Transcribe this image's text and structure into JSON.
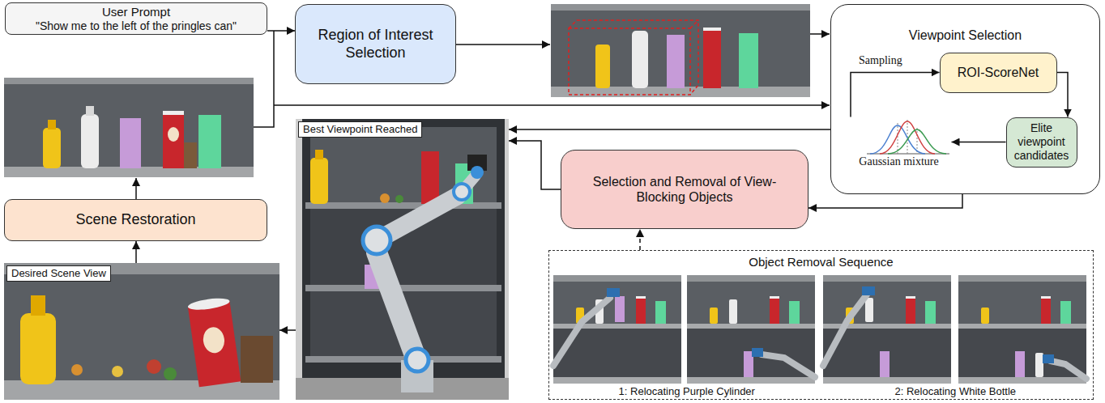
{
  "diagram": {
    "nodes": [
      {
        "text": [
          "User Prompt",
          "\"Show me to the left of the pringles can\""
        ]
      },
      {
        "text": [
          "Region of Interest Selection"
        ]
      },
      {
        "text": [
          "Viewpoint Selection"
        ]
      },
      {
        "text": [
          "ROI-ScoreNet"
        ],
        "in": 2
      },
      {
        "text": [
          "Elite viewpoint candidates"
        ],
        "in": 2
      },
      {
        "text": [
          "Gaussian mixture"
        ],
        "in": 2
      },
      {
        "text": [
          "Best Viewpoint Reached"
        ]
      },
      {
        "text": [
          "Selection and Removal of View-Blocking Objects"
        ]
      },
      {
        "text": [
          "Scene Restoration"
        ]
      },
      {
        "text": [
          "Desired Scene View"
        ]
      },
      {
        "text": [
          "Object Removal Sequence",
          "1: Relocating Purple Cylinder",
          "2: Relocating White Bottle"
        ]
      }
    ],
    "edges": [
      {
        "from": 0,
        "to": 1,
        "arrow": "to"
      },
      {
        "from": 3,
        "to": 4,
        "arrow": "to"
      },
      {
        "from": 4,
        "to": 5,
        "arrow": "to"
      },
      {
        "from": 5,
        "to": 3,
        "label": "Sampling",
        "arrow": "to"
      },
      {
        "from": 2,
        "to": 6,
        "arrow": "to"
      },
      {
        "from": 2,
        "to": 7,
        "arrow": "to"
      },
      {
        "from": 7,
        "to": 6,
        "arrow": "to"
      },
      {
        "from": 6,
        "to": 9,
        "arrow": "to"
      },
      {
        "from": 9,
        "to": 8,
        "arrow": "to"
      },
      {
        "from": 10,
        "to": 7,
        "arrow": "to"
      }
    ]
  }
}
